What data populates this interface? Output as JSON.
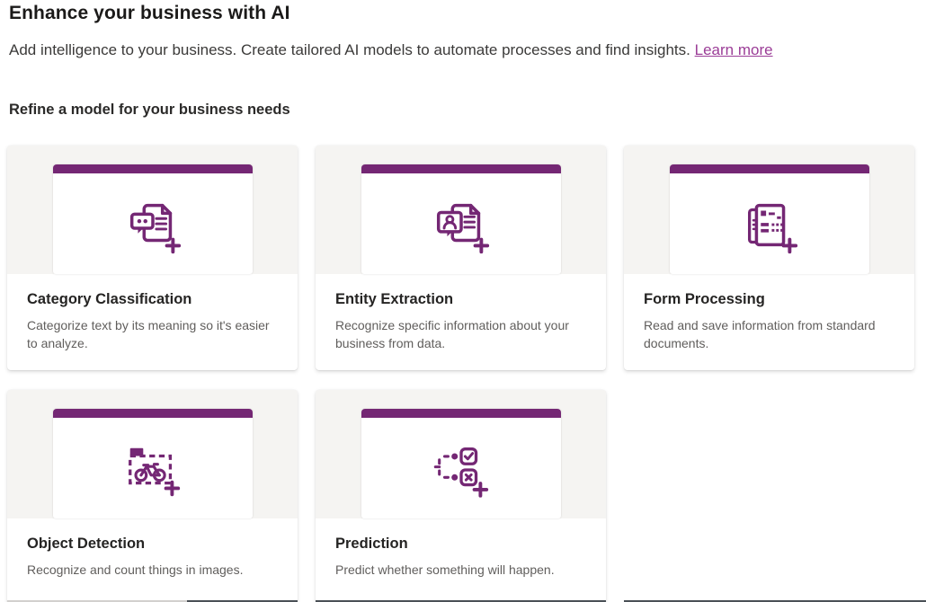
{
  "header": {
    "title": "Enhance your business with AI",
    "subtitle": "Add intelligence to your business. Create tailored AI models to automate processes and find insights.",
    "learn_more_label": "Learn more"
  },
  "section": {
    "title": "Refine a model for your business needs"
  },
  "cards": [
    {
      "title": "Category Classification",
      "description": "Categorize text by its meaning so it's easier to analyze.",
      "icon": "category-classification-icon"
    },
    {
      "title": "Entity Extraction",
      "description": "Recognize specific information about your business from data.",
      "icon": "entity-extraction-icon"
    },
    {
      "title": "Form Processing",
      "description": "Read and save information from standard documents.",
      "icon": "form-processing-icon"
    },
    {
      "title": "Object Detection",
      "description": "Recognize and count things in images.",
      "icon": "object-detection-icon"
    },
    {
      "title": "Prediction",
      "description": "Predict whether something will happen.",
      "icon": "prediction-icon"
    }
  ],
  "colors": {
    "accent_purple": "#742774",
    "link_purple": "#9b3d97",
    "card_preview_bg": "#f5f4f2",
    "heading_text": "#1b1a19",
    "body_text": "#3b3a39",
    "card_title_text": "#252423",
    "card_description_text": "#605e5c"
  }
}
